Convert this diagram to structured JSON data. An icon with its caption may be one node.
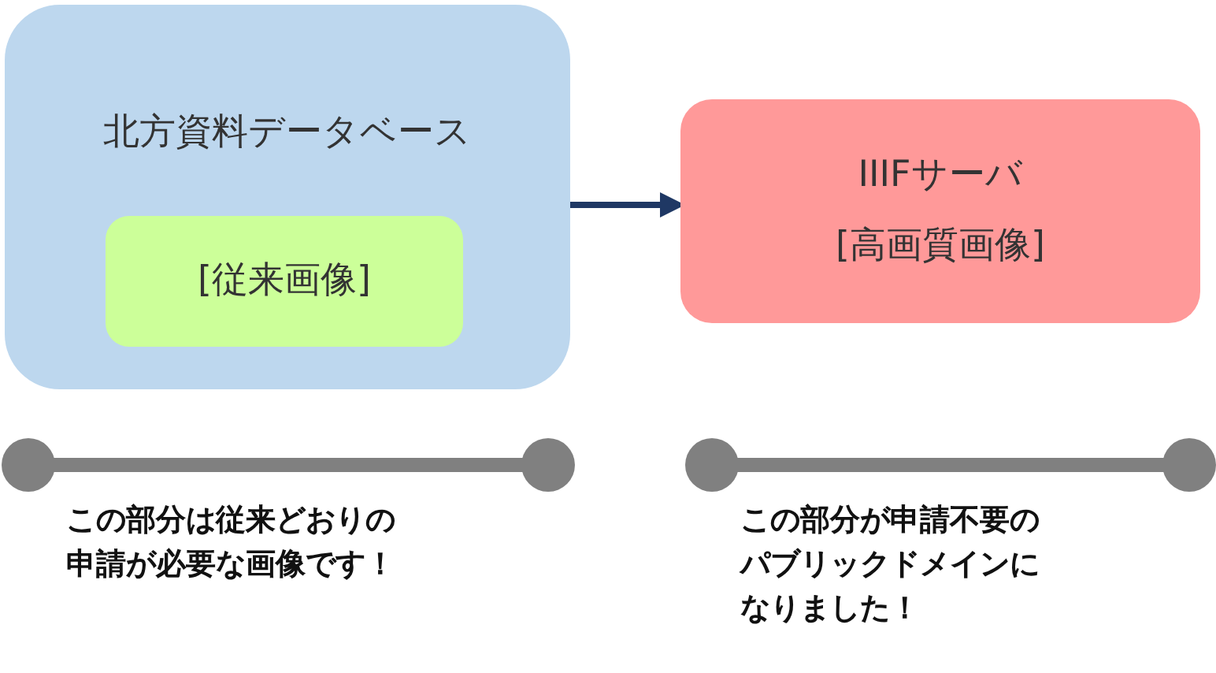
{
  "diagram": {
    "nodes": [
      {
        "text": [
          "北方資料データベース"
        ]
      },
      {
        "text": [
          "[従来画像]"
        ],
        "in": 0
      },
      {
        "text": [
          "IIIFサーバ",
          "[高画質画像]"
        ]
      }
    ],
    "edges": [
      {
        "from": 0,
        "to": 2,
        "arrow": "to"
      }
    ],
    "labels": [
      "この部分は従来どおりの申請が必要な画像です！",
      "この部分が申請不要のパブリックドメインになりました！"
    ]
  }
}
